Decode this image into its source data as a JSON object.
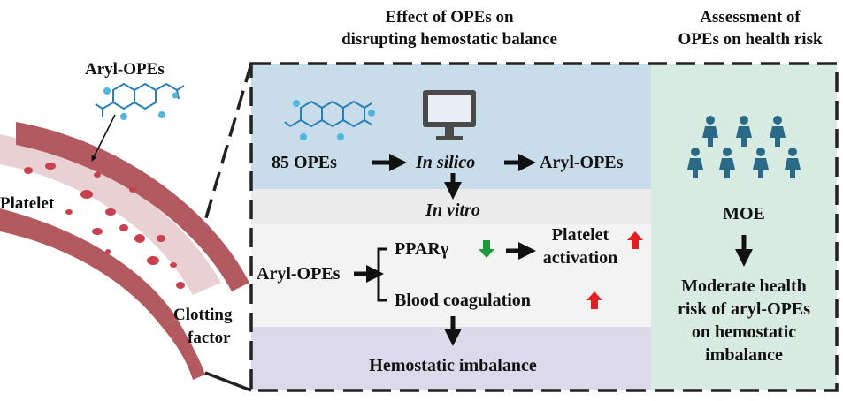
{
  "left": {
    "aryl_label": "Aryl-OPEs",
    "platelet_label": "Platelet",
    "clotting_label_1": "Clotting",
    "clotting_label_2": "factor"
  },
  "headers": {
    "effect_line1": "Effect of OPEs on",
    "effect_line2": "disrupting hemostatic balance",
    "assessment_line1": "Assessment of",
    "assessment_line2": "OPEs on health risk"
  },
  "screening": {
    "source": "85 OPEs",
    "method": "In silico",
    "result": "Aryl-OPEs"
  },
  "in_vitro": {
    "label": "In vitro",
    "input": "Aryl-OPEs",
    "pparg": "PPARγ",
    "platelet_1": "Platelet",
    "platelet_2": "activation",
    "coagulation": "Blood coagulation",
    "outcome": "Hemostatic imbalance"
  },
  "assessment": {
    "moe": "MOE",
    "risk_1": "Moderate health",
    "risk_2": "risk of aryl-OPEs",
    "risk_3": "on hemostatic",
    "risk_4": "imbalance"
  },
  "colors": {
    "blue_panel": "#c8dcea",
    "grey_panel": "#ebebeb",
    "light_panel": "#f3f3f3",
    "purple_panel": "#dcdaea",
    "green_panel": "#d7ebe3",
    "vessel": "#b25a60",
    "molecule": "#2b7fb8",
    "people": "#2b6a86",
    "up_arrow": "#e02020",
    "down_arrow": "#1a9a3a"
  }
}
